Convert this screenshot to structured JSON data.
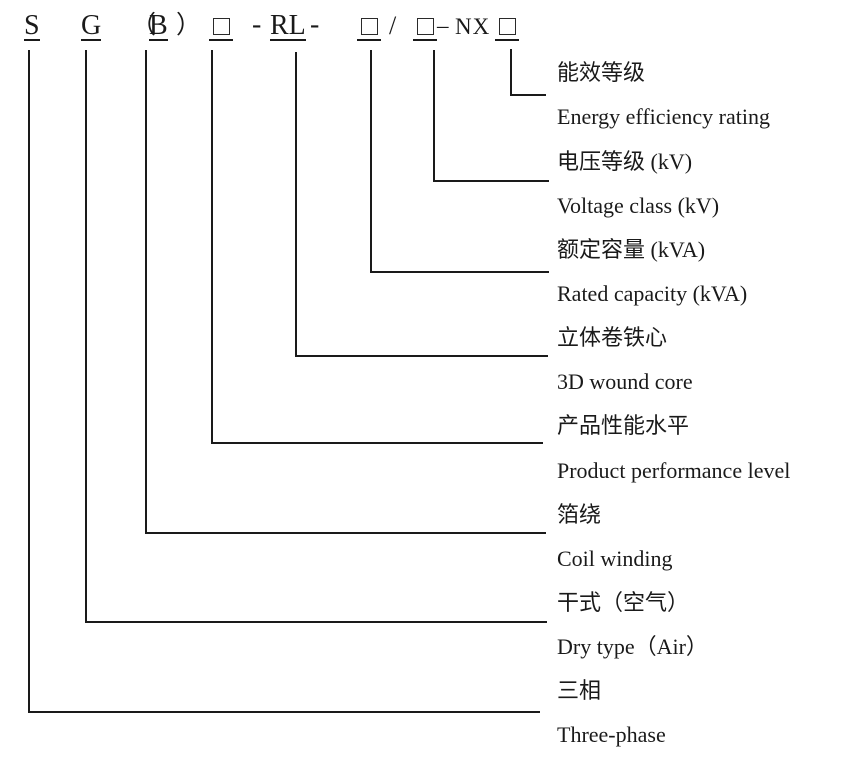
{
  "colors": {
    "background": "#ffffff",
    "ink": "#1a1a1a"
  },
  "model_code": {
    "parts": [
      {
        "text": "S",
        "kind": "letter",
        "underlined": true,
        "meaning": "Three-phase"
      },
      {
        "text": "G",
        "kind": "letter",
        "underlined": true,
        "meaning": "Dry type (Air)"
      },
      {
        "text": "（",
        "kind": "paren",
        "underlined": false
      },
      {
        "text": "B",
        "kind": "letter",
        "underlined": true,
        "meaning": "Coil winding"
      },
      {
        "text": "）",
        "kind": "paren",
        "underlined": false
      },
      {
        "text": "□",
        "kind": "box",
        "underlined": true,
        "meaning": "Product performance level"
      },
      {
        "text": "-",
        "kind": "separator",
        "underlined": false
      },
      {
        "text": "RL",
        "kind": "letter",
        "underlined": true,
        "meaning": "3D wound core"
      },
      {
        "text": "-",
        "kind": "separator",
        "underlined": false
      },
      {
        "text": "□",
        "kind": "box",
        "underlined": true,
        "meaning": "Rated capacity (kVA)"
      },
      {
        "text": "/",
        "kind": "separator",
        "underlined": false
      },
      {
        "text": "□",
        "kind": "box",
        "underlined": true,
        "meaning": "Voltage class (kV)"
      },
      {
        "text": "–",
        "kind": "separator",
        "underlined": false
      },
      {
        "text": "NX",
        "kind": "letter",
        "underlined": false
      },
      {
        "text": "□",
        "kind": "box",
        "underlined": true,
        "meaning": "Energy efficiency rating"
      }
    ]
  },
  "legend": [
    {
      "zh": "能效等级",
      "en": "Energy efficiency rating"
    },
    {
      "zh": "电压等级 (kV)",
      "en": "Voltage class (kV)"
    },
    {
      "zh": "额定容量 (kVA)",
      "en": "Rated capacity (kVA)"
    },
    {
      "zh": "立体卷铁心",
      "en": "3D wound core"
    },
    {
      "zh": "产品性能水平",
      "en": "Product performance level"
    },
    {
      "zh": "箔绕",
      "en": "Coil winding"
    },
    {
      "zh": "干式（空气）",
      "en": "Dry type（Air）"
    },
    {
      "zh": "三相",
      "en": "Three-phase"
    }
  ]
}
